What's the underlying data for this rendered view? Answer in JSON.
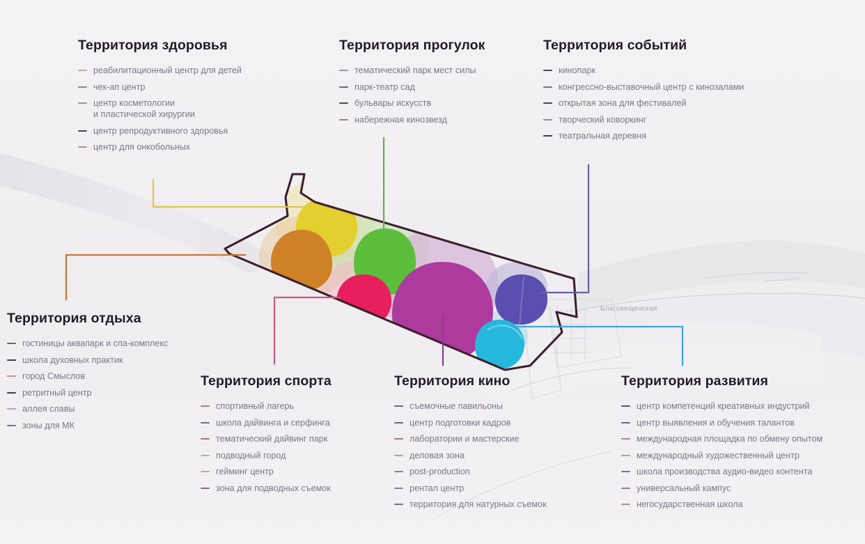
{
  "palette": {
    "health": "#b9a6b0",
    "walks": "#9b93a8",
    "events": "#7a7288",
    "leisure": "#b0a3ad",
    "sport": "#b98a9c",
    "cinema": "#a9a1ae",
    "development": "#a898a6",
    "outline": "#3d1f2e",
    "blob_yellow": "#e3cf2e",
    "blob_orange": "#cf8226",
    "blob_green": "#5dbe3b",
    "blob_crimson": "#e71f5c",
    "blob_magenta": "#ad3b9d",
    "blob_indigo": "#5a4eb0",
    "blob_cyan": "#26b7dd",
    "connector_yellow": "#d8c94f",
    "connector_orange": "#c9763a",
    "connector_green": "#6ab04c",
    "connector_crimson": "#c95a7e",
    "connector_magenta": "#8e3b86",
    "connector_indigo": "#6c5f9c",
    "connector_cyan": "#3da7d8"
  },
  "map": {
    "geo_label": "Благовещенская"
  },
  "blocks": {
    "health": {
      "title": "Территория здоровья",
      "items": [
        {
          "lines": [
            "реабилитационный центр для детей"
          ]
        },
        {
          "lines": [
            "чек-ап центр"
          ]
        },
        {
          "lines": [
            "центр косметологии",
            "и пластической хирургии"
          ]
        },
        {
          "lines": [
            "центр репродуктивного здоровья"
          ]
        },
        {
          "lines": [
            "центр для онкобольных"
          ]
        }
      ]
    },
    "walks": {
      "title": "Территория  прогулок",
      "items": [
        {
          "lines": [
            "тематический парк мест силы"
          ]
        },
        {
          "lines": [
            "парк-театр сад"
          ]
        },
        {
          "lines": [
            "бульвары искусств"
          ]
        },
        {
          "lines": [
            "набережная кинозвезд"
          ]
        }
      ]
    },
    "events": {
      "title": "Территория событий",
      "items": [
        {
          "lines": [
            "кинопарк"
          ]
        },
        {
          "lines": [
            "конгрессно-выставочный центр с кинозалами"
          ]
        },
        {
          "lines": [
            "открытая зона для фестивалей"
          ]
        },
        {
          "lines": [
            "творческий коворкинг"
          ]
        },
        {
          "lines": [
            "театральная деревня"
          ]
        }
      ]
    },
    "leisure": {
      "title": "Территория отдыха",
      "items": [
        {
          "lines": [
            "гостиницы аквапарк и спа-комплекс"
          ]
        },
        {
          "lines": [
            "школа духовных практик"
          ]
        },
        {
          "lines": [
            "город Смыслов"
          ]
        },
        {
          "lines": [
            "ретритный центр"
          ]
        },
        {
          "lines": [
            "аллея славы"
          ]
        },
        {
          "lines": [
            "зоны для МК"
          ]
        }
      ]
    },
    "sport": {
      "title": "Территория спорта",
      "items": [
        {
          "lines": [
            "спортивный лагерь"
          ]
        },
        {
          "lines": [
            "школа дайвинга и серфинга"
          ]
        },
        {
          "lines": [
            "тематический дайвинг парк"
          ]
        },
        {
          "lines": [
            "подводный город"
          ]
        },
        {
          "lines": [
            "гейминг центр"
          ]
        },
        {
          "lines": [
            "зона для подводных съемок"
          ]
        }
      ]
    },
    "cinema": {
      "title": "Территория кино",
      "items": [
        {
          "lines": [
            "съемочные павильоны"
          ]
        },
        {
          "lines": [
            "центр подготовки кадров"
          ]
        },
        {
          "lines": [
            "лаборатории и мастерские"
          ]
        },
        {
          "lines": [
            "деловая зона"
          ]
        },
        {
          "lines": [
            "post-production"
          ]
        },
        {
          "lines": [
            "рентал центр"
          ]
        },
        {
          "lines": [
            "территория для натурных съемок"
          ]
        }
      ]
    },
    "development": {
      "title": "Территория развития",
      "items": [
        {
          "lines": [
            "центр компетенций креативных индустрий"
          ]
        },
        {
          "lines": [
            "центр выявления и обучения талантов"
          ]
        },
        {
          "lines": [
            "международная площадка по обмену опытом"
          ]
        },
        {
          "lines": [
            "международный художественный центр"
          ]
        },
        {
          "lines": [
            "школа производства аудио-видео контента"
          ]
        },
        {
          "lines": [
            "универсальный кампус"
          ]
        },
        {
          "lines": [
            "негосударственная школа"
          ]
        }
      ]
    }
  }
}
